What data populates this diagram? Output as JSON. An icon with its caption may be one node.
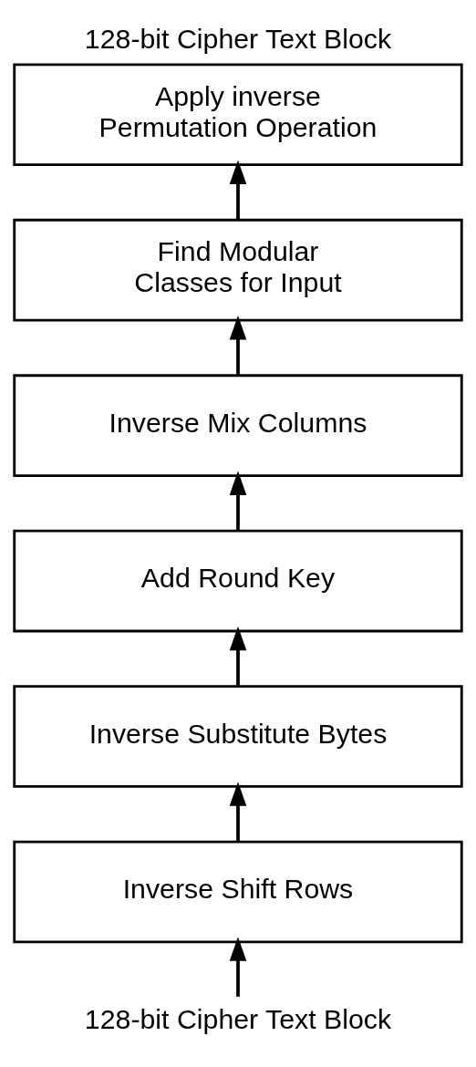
{
  "diagram": {
    "title": "128-bit Cipher Text Block",
    "nodes": [
      {
        "text": [
          "Apply inverse Permutation Operation"
        ]
      },
      {
        "text": [
          "Find Modular Classes for Input"
        ]
      },
      {
        "text": [
          "Inverse Mix Columns"
        ]
      },
      {
        "text": [
          "Add Round Key"
        ]
      },
      {
        "text": [
          "Inverse Substitute Bytes"
        ]
      },
      {
        "text": [
          "Inverse Shift Rows"
        ]
      },
      {
        "text": [
          "128-bit Cipher Text Block"
        ]
      }
    ],
    "edges": [
      {
        "from": 6,
        "to": 5,
        "arrow": "to"
      },
      {
        "from": 5,
        "to": 4,
        "arrow": "to"
      },
      {
        "from": 4,
        "to": 3,
        "arrow": "to"
      },
      {
        "from": 3,
        "to": 2,
        "arrow": "to"
      },
      {
        "from": 2,
        "to": 1,
        "arrow": "to"
      },
      {
        "from": 1,
        "to": 0,
        "arrow": "to"
      }
    ]
  }
}
